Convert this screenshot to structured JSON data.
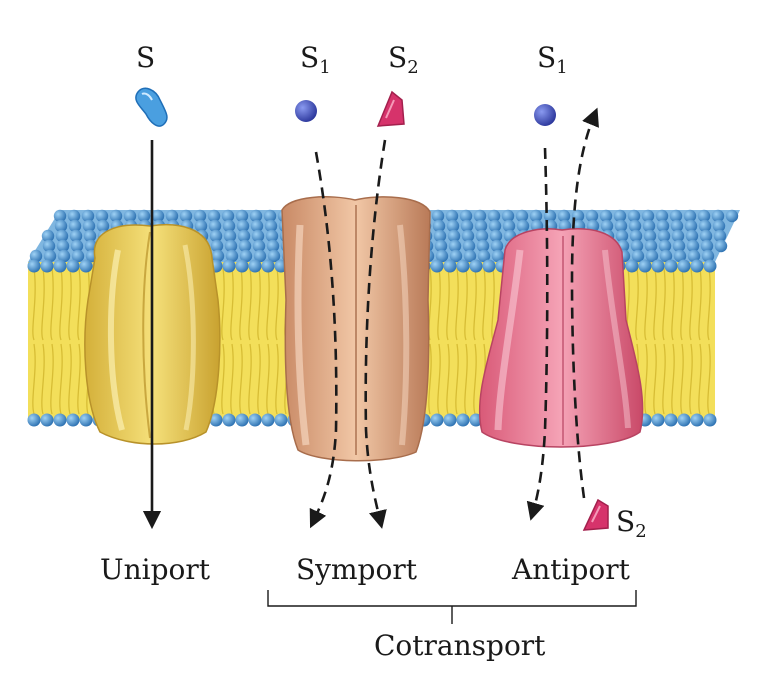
{
  "substrates": {
    "uniport": {
      "symbol": "S"
    },
    "symport": {
      "s1_symbol": "S",
      "s1_sub": "1",
      "s2_symbol": "S",
      "s2_sub": "2"
    },
    "antiport": {
      "s1_symbol": "S",
      "s1_sub": "1",
      "s2_symbol": "S",
      "s2_sub": "2"
    }
  },
  "captions": {
    "uniport": "Uniport",
    "symport": "Symport",
    "antiport": "Antiport",
    "group": "Cotransport"
  },
  "colors": {
    "bilayer_tail": "#f3df5a",
    "head_group": "#3a86c8",
    "uniport_protein": "#e8c94a",
    "symport_protein": "#d9a27e",
    "antiport_protein": "#e5728e",
    "substrate_S": "#4a9fe0",
    "substrate_S1": "#3d4fb8",
    "substrate_S2": "#d6336b",
    "arrow": "#1a1a1a"
  }
}
